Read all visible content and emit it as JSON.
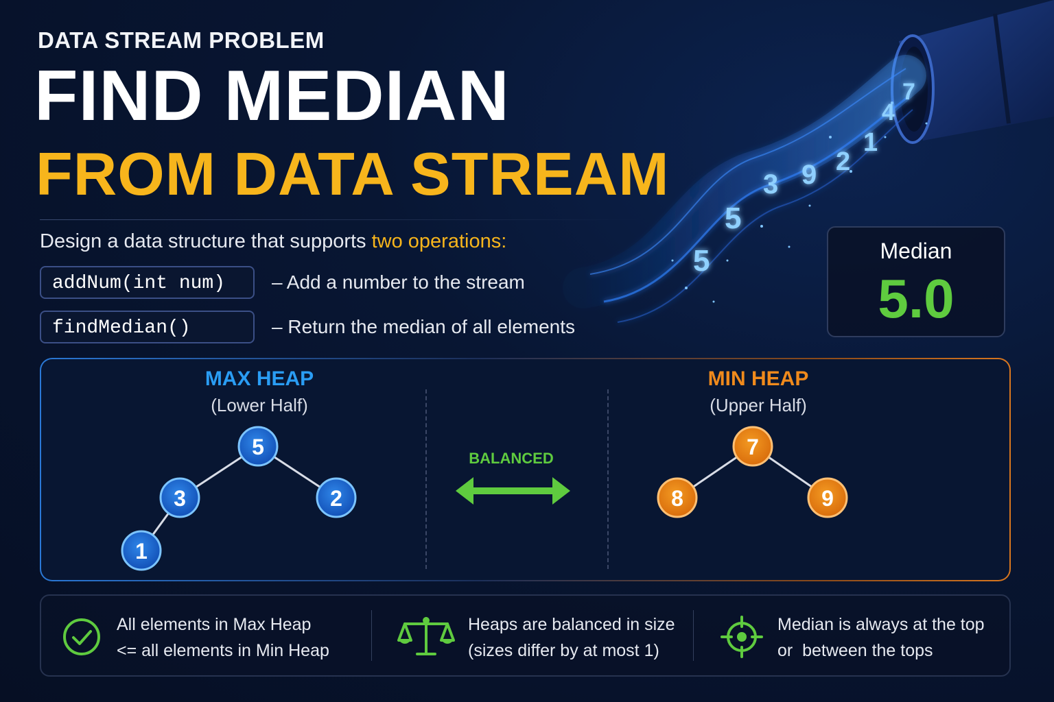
{
  "header": {
    "eyebrow": "DATA STREAM PROBLEM",
    "title_line1": "FIND MEDIAN",
    "title_line2": "FROM DATA STREAM"
  },
  "intro": {
    "text_before": "Design a data structure that supports ",
    "highlight": "two operations:"
  },
  "operations": [
    {
      "signature": "addNum(int num)",
      "description": "–  Add a number to the stream"
    },
    {
      "signature": "findMedian()",
      "description": "–  Return the median of all elements"
    }
  ],
  "stream": {
    "numbers": [
      "5",
      "5",
      "3",
      "9",
      "2",
      "1",
      "4",
      "7"
    ]
  },
  "median_card": {
    "label": "Median",
    "value": "5.0"
  },
  "max_heap": {
    "title": "MAX HEAP",
    "subtitle": "(Lower Half)",
    "nodes": [
      "5",
      "3",
      "2",
      "1"
    ]
  },
  "min_heap": {
    "title": "MIN HEAP",
    "subtitle": "(Upper Half)",
    "nodes": [
      "7",
      "8",
      "9"
    ]
  },
  "balance": {
    "label": "BALANCED"
  },
  "info": [
    {
      "icon": "check-circle-icon",
      "text": "All elements in Max Heap\n<= all elements in Min Heap"
    },
    {
      "icon": "scale-icon",
      "text": "Heaps are balanced in size\n(sizes differ by at most 1)"
    },
    {
      "icon": "target-icon",
      "text": "Median is always at the top\nor  between the tops"
    }
  ],
  "colors": {
    "accent_yellow": "#f7b51c",
    "max_heap_blue": "#2a9df4",
    "min_heap_orange": "#f08a1c",
    "balanced_green": "#5fcb3f",
    "background": "#081633"
  }
}
